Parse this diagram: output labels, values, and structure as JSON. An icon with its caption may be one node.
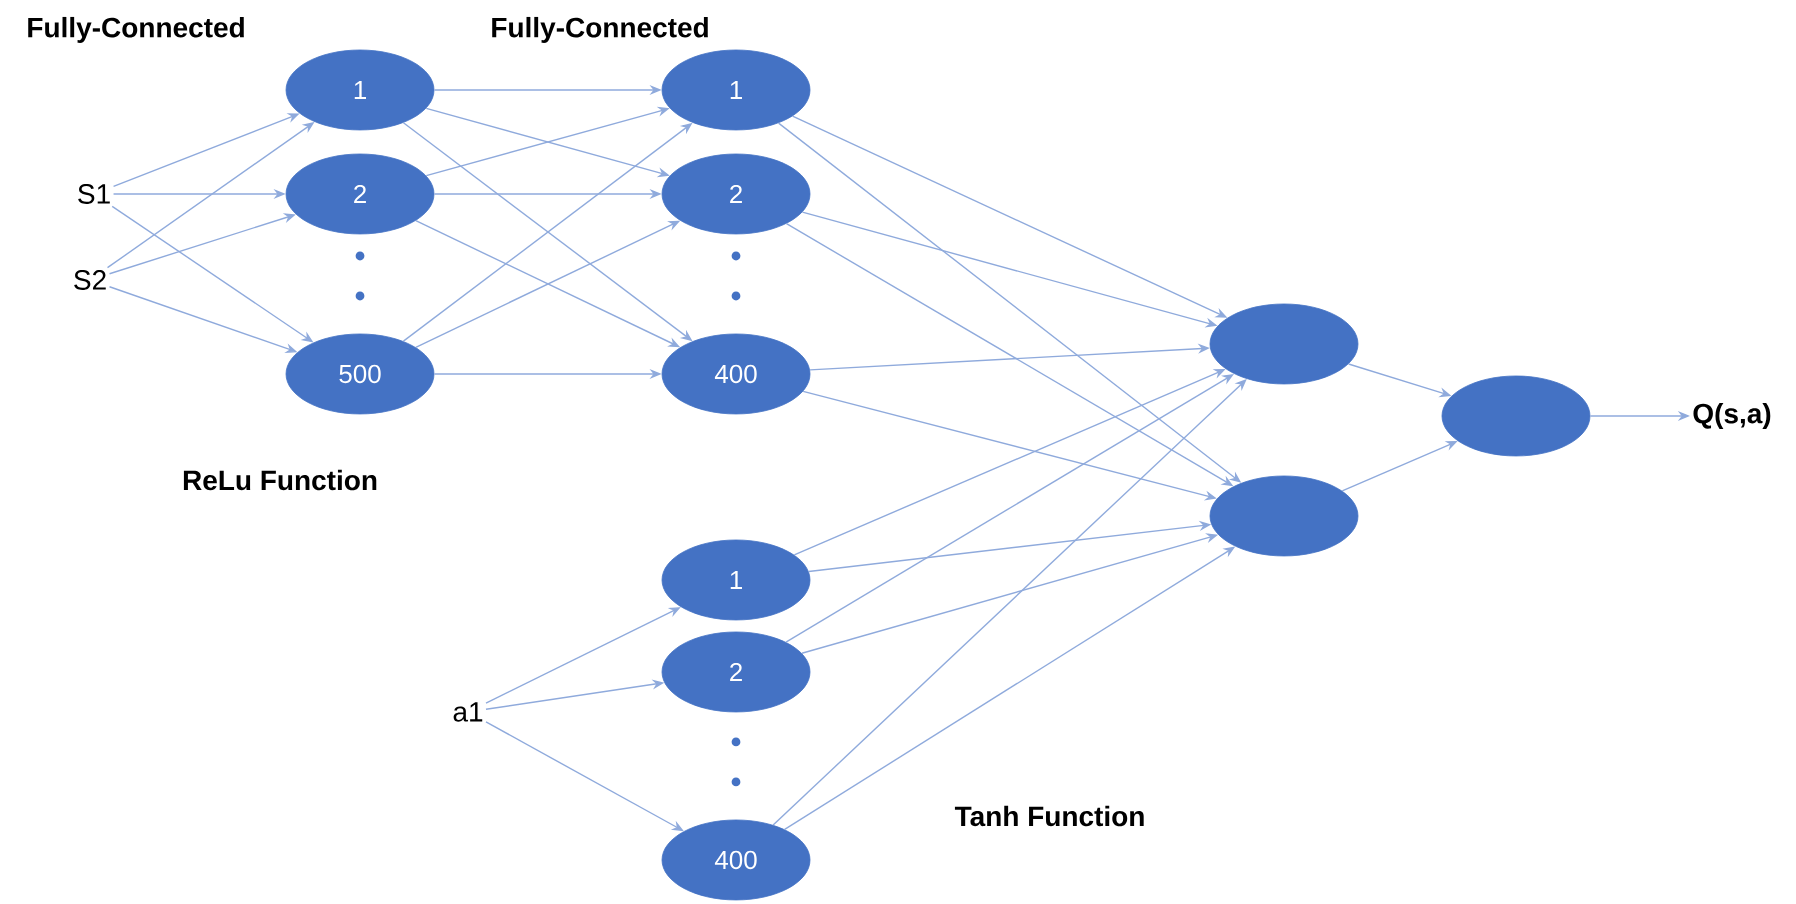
{
  "diagram": {
    "nodes": [
      {
        "text": [
          "S1"
        ]
      },
      {
        "text": [
          "S2"
        ]
      },
      {
        "text": [
          "1"
        ]
      },
      {
        "text": [
          "2"
        ]
      },
      {
        "text": [
          "500"
        ]
      },
      {
        "text": [
          "1"
        ]
      },
      {
        "text": [
          "2"
        ]
      },
      {
        "text": [
          "400"
        ]
      },
      {
        "text": [
          "a1"
        ]
      },
      {
        "text": [
          "1"
        ]
      },
      {
        "text": [
          "2"
        ]
      },
      {
        "text": [
          "400"
        ]
      },
      {
        "text": [],
        "shape": "circle"
      },
      {
        "text": [],
        "shape": "circle"
      },
      {
        "text": [],
        "shape": "circle"
      },
      {
        "text": [
          "Q(s,a)"
        ]
      }
    ],
    "edges": [
      {
        "from": 0,
        "to": 2,
        "arrow": "to"
      },
      {
        "from": 0,
        "to": 3,
        "arrow": "to"
      },
      {
        "from": 0,
        "to": 4,
        "arrow": "to"
      },
      {
        "from": 1,
        "to": 2,
        "arrow": "to"
      },
      {
        "from": 1,
        "to": 3,
        "arrow": "to"
      },
      {
        "from": 1,
        "to": 4,
        "arrow": "to"
      },
      {
        "from": 2,
        "to": 5,
        "arrow": "to"
      },
      {
        "from": 2,
        "to": 6,
        "arrow": "to"
      },
      {
        "from": 2,
        "to": 7,
        "arrow": "to"
      },
      {
        "from": 3,
        "to": 5,
        "arrow": "to"
      },
      {
        "from": 3,
        "to": 6,
        "arrow": "to"
      },
      {
        "from": 3,
        "to": 7,
        "arrow": "to"
      },
      {
        "from": 4,
        "to": 5,
        "arrow": "to"
      },
      {
        "from": 4,
        "to": 6,
        "arrow": "to"
      },
      {
        "from": 4,
        "to": 7,
        "arrow": "to"
      },
      {
        "from": 5,
        "to": 12,
        "arrow": "to"
      },
      {
        "from": 5,
        "to": 13,
        "arrow": "to"
      },
      {
        "from": 6,
        "to": 12,
        "arrow": "to"
      },
      {
        "from": 6,
        "to": 13,
        "arrow": "to"
      },
      {
        "from": 7,
        "to": 12,
        "arrow": "to"
      },
      {
        "from": 7,
        "to": 13,
        "arrow": "to"
      },
      {
        "from": 8,
        "to": 9,
        "arrow": "to"
      },
      {
        "from": 8,
        "to": 10,
        "arrow": "to"
      },
      {
        "from": 8,
        "to": 11,
        "arrow": "to"
      },
      {
        "from": 9,
        "to": 12,
        "arrow": "to"
      },
      {
        "from": 9,
        "to": 13,
        "arrow": "to"
      },
      {
        "from": 10,
        "to": 12,
        "arrow": "to"
      },
      {
        "from": 10,
        "to": 13,
        "arrow": "to"
      },
      {
        "from": 11,
        "to": 12,
        "arrow": "to"
      },
      {
        "from": 11,
        "to": 13,
        "arrow": "to"
      },
      {
        "from": 12,
        "to": 14,
        "arrow": "to"
      },
      {
        "from": 13,
        "to": 14,
        "arrow": "to"
      },
      {
        "from": 14,
        "to": 15,
        "arrow": "to"
      }
    ],
    "labels": [
      "Fully-Connected",
      "Fully-Connected",
      "ReLu Function",
      "Tanh Function"
    ]
  }
}
